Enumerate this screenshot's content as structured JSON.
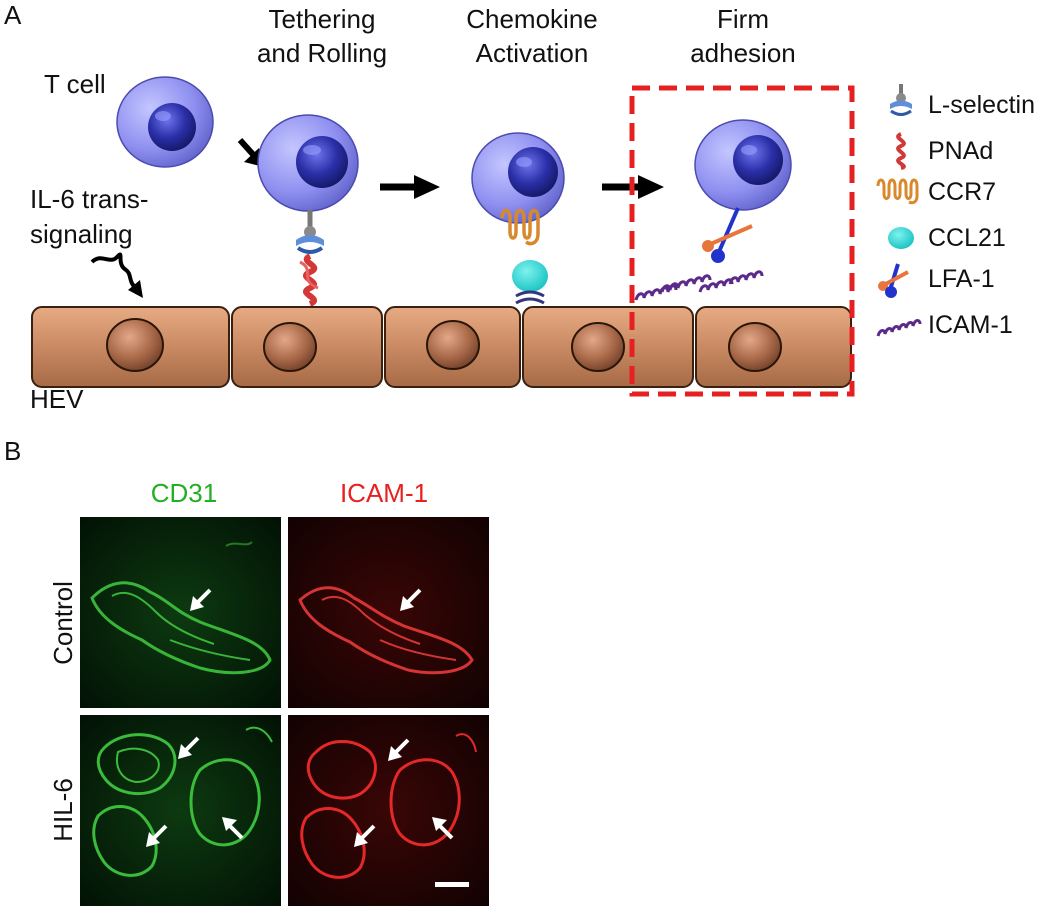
{
  "panels": {
    "a": "A",
    "b": "B"
  },
  "stages": [
    {
      "line1": "Tethering",
      "line2": "and Rolling"
    },
    {
      "line1": "Chemokine",
      "line2": "Activation"
    },
    {
      "line1": "Firm",
      "line2": "adhesion"
    }
  ],
  "labels": {
    "t_cell": "T cell",
    "il6_line1": "IL-6 trans-",
    "il6_line2": "signaling",
    "hev": "HEV"
  },
  "legend": [
    {
      "label": "L-selectin",
      "icon": "l-selectin-icon"
    },
    {
      "label": "PNAd",
      "icon": "pnad-icon"
    },
    {
      "label": "CCR7",
      "icon": "ccr7-icon"
    },
    {
      "label": "CCL21",
      "icon": "ccl21-icon"
    },
    {
      "label": "LFA-1",
      "icon": "lfa1-icon"
    },
    {
      "label": "ICAM-1",
      "icon": "icam1-icon"
    }
  ],
  "micrographs": {
    "columns": [
      {
        "label": "CD31",
        "color": "#22b022"
      },
      {
        "label": "ICAM-1",
        "color": "#e82020"
      }
    ],
    "rows": [
      "Control",
      "HIL-6"
    ]
  },
  "colors": {
    "cell_body": "#8f90f0",
    "nucleus": "#2a2fa8",
    "endothelium": "#c98a63",
    "highlight_box": "#e62020"
  }
}
